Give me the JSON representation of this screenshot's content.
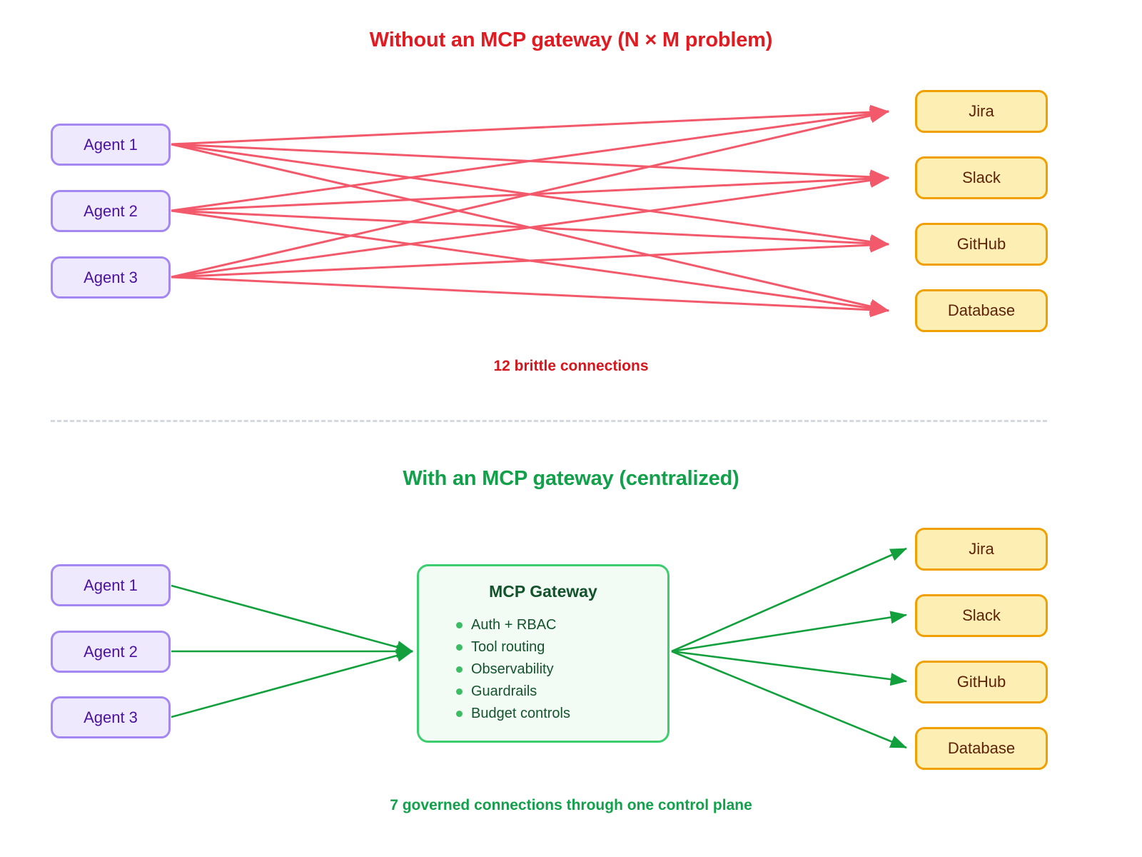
{
  "top": {
    "title": "Without an MCP gateway (N × M problem)",
    "caption": "12 brittle connections",
    "agents": [
      {
        "label": "Agent 1"
      },
      {
        "label": "Agent 2"
      },
      {
        "label": "Agent 3"
      }
    ],
    "tools": [
      {
        "label": "Jira"
      },
      {
        "label": "Slack"
      },
      {
        "label": "GitHub"
      },
      {
        "label": "Database"
      }
    ]
  },
  "bottom": {
    "title": "With an MCP gateway (centralized)",
    "caption": "7 governed connections through one control plane",
    "agents": [
      {
        "label": "Agent 1"
      },
      {
        "label": "Agent 2"
      },
      {
        "label": "Agent 3"
      }
    ],
    "tools": [
      {
        "label": "Jira"
      },
      {
        "label": "Slack"
      },
      {
        "label": "GitHub"
      },
      {
        "label": "Database"
      }
    ],
    "gateway": {
      "title": "MCP Gateway",
      "features": [
        "Auth + RBAC",
        "Tool routing",
        "Observability",
        "Guardrails",
        "Budget controls"
      ]
    }
  },
  "chart_data": {
    "type": "diagram",
    "title": "MCP gateway comparison",
    "panels": [
      {
        "name": "without-gateway",
        "title": "Without an MCP gateway (N × M problem)",
        "sources": [
          "Agent 1",
          "Agent 2",
          "Agent 3"
        ],
        "targets": [
          "Jira",
          "Slack",
          "GitHub",
          "Database"
        ],
        "edge_count": 12,
        "edge_style": "every source connects to every target",
        "edge_color": "#f2596b",
        "caption": "12 brittle connections"
      },
      {
        "name": "with-gateway",
        "title": "With an MCP gateway (centralized)",
        "sources": [
          "Agent 1",
          "Agent 2",
          "Agent 3"
        ],
        "hub": "MCP Gateway",
        "targets": [
          "Jira",
          "Slack",
          "GitHub",
          "Database"
        ],
        "edge_count": 7,
        "edge_style": "all sources into hub, hub fans out to targets",
        "edge_color": "#12a03c",
        "caption": "7 governed connections through one control plane"
      }
    ]
  },
  "colors": {
    "red_accent": "#e01b22",
    "red_edge": "#f2596b",
    "green_accent": "#12a04a",
    "green_edge": "#12a03c",
    "agent_fill": "#eee9fd",
    "agent_border": "#a487f0",
    "agent_text": "#4c11a0",
    "tool_fill": "#fdeeb4",
    "tool_border": "#f0a000",
    "tool_text": "#5e2206",
    "gateway_fill": "#f2fbf4",
    "gateway_border": "#3bcd6e",
    "divider": "#d4d8e0"
  }
}
